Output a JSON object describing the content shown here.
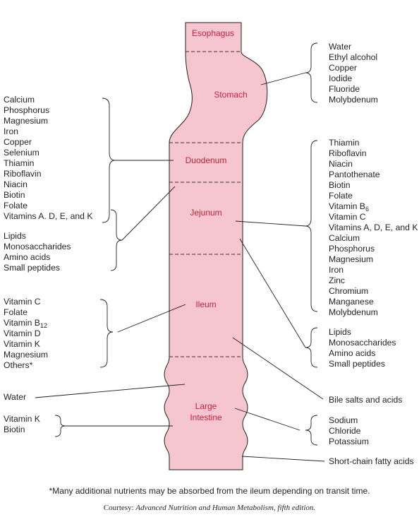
{
  "segments": {
    "esophagus": "Esophagus",
    "stomach": "Stomach",
    "duodenum": "Duodenum",
    "jejunum": "Jejunum",
    "ileum": "Ileum",
    "large_intestine_line1": "Large",
    "large_intestine_line2": "Intestine"
  },
  "stomach_absorbed": [
    "Water",
    "Ethyl alcohol",
    "Copper",
    "Iodide",
    "Fluoride",
    "Molybdenum"
  ],
  "duodenum_absorbed": [
    "Calcium",
    "Phosphorus",
    "Magnesium",
    "Iron",
    "Copper",
    "Selenium",
    "Thiamin",
    "Riboflavin",
    "Niacin",
    "Biotin",
    "Folate",
    "Vitamins A. D, E, and K"
  ],
  "proximal_macronutrients": [
    "Lipids",
    "Monosaccharides",
    "Amino acids",
    "Small peptides"
  ],
  "jejunum_absorbed": {
    "before_b6": [
      "Thiamin",
      "Riboflavin",
      "Niacin",
      "Pantothenate",
      "Biotin",
      "Folate"
    ],
    "vitamin_b6": "Vitamin B",
    "vitamin_b6_sub": "6",
    "after_b6": [
      "Vitamin C",
      "Vitamins A, D, E, and K",
      "Calcium",
      "Phosphorus",
      "Magnesium",
      "Iron",
      "Zinc",
      "Chromium",
      "Manganese",
      "Molybdenum"
    ]
  },
  "jejunum_macronutrients": [
    "Lipids",
    "Monosaccharides",
    "Amino acids",
    "Small peptides"
  ],
  "ileum_absorbed": {
    "before_b12": [
      "Vitamin C",
      "Folate"
    ],
    "vitamin_b12": "Vitamin B",
    "vitamin_b12_sub": "12",
    "after_b12": [
      "Vitamin D",
      "Vitamin K",
      "Magnesium",
      "Others*"
    ]
  },
  "bile_salts": "Bile salts and acids",
  "large_intestine_water": "Water",
  "large_intestine_vitamins": [
    "Vitamin K",
    "Biotin"
  ],
  "large_intestine_electrolytes": [
    "Sodium",
    "Chloride",
    "Potassium"
  ],
  "short_chain": "Short-chain fatty acids",
  "footnote": "*Many additional nutrients may be absorbed from the ileum depending on transit time.",
  "courtesy": {
    "prefix": "Courtesy: ",
    "title": "Advanced Nutrition and Human Metabolism, fifth edition."
  },
  "colors": {
    "tract_fill": "#f5c6cf",
    "tract_outline": "#231f20",
    "label_color": "#c0223f",
    "text_color": "#231f20"
  }
}
